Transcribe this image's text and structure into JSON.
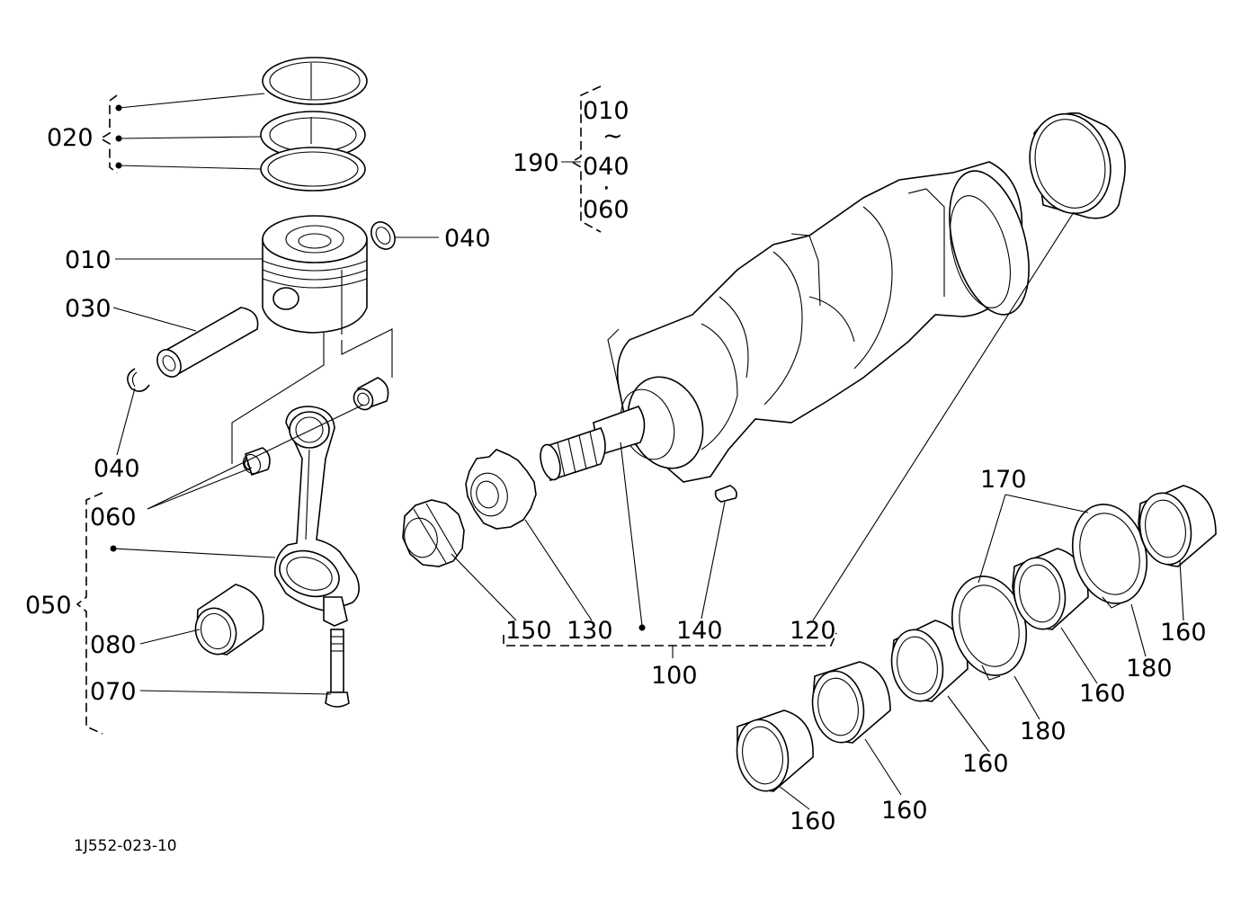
{
  "diagram_code": "1J552-023-10",
  "labels": {
    "l020": "020",
    "l010_left": "010",
    "l030": "030",
    "l040_right": "040",
    "l040_left": "040",
    "l060": "060",
    "l050": "050",
    "l080": "080",
    "l070": "070",
    "l190": "190",
    "l190_010": "010",
    "l190_tilde": "~",
    "l190_040": "040",
    "l190_dot": "·",
    "l190_060": "060",
    "l150": "150",
    "l130": "130",
    "l140": "140",
    "l120": "120",
    "l100": "100",
    "l170": "170",
    "l160_a": "160",
    "l180_a": "180",
    "l160_b": "160",
    "l180_b": "180",
    "l160_c": "160",
    "l160_d": "160",
    "l160_e": "160"
  }
}
